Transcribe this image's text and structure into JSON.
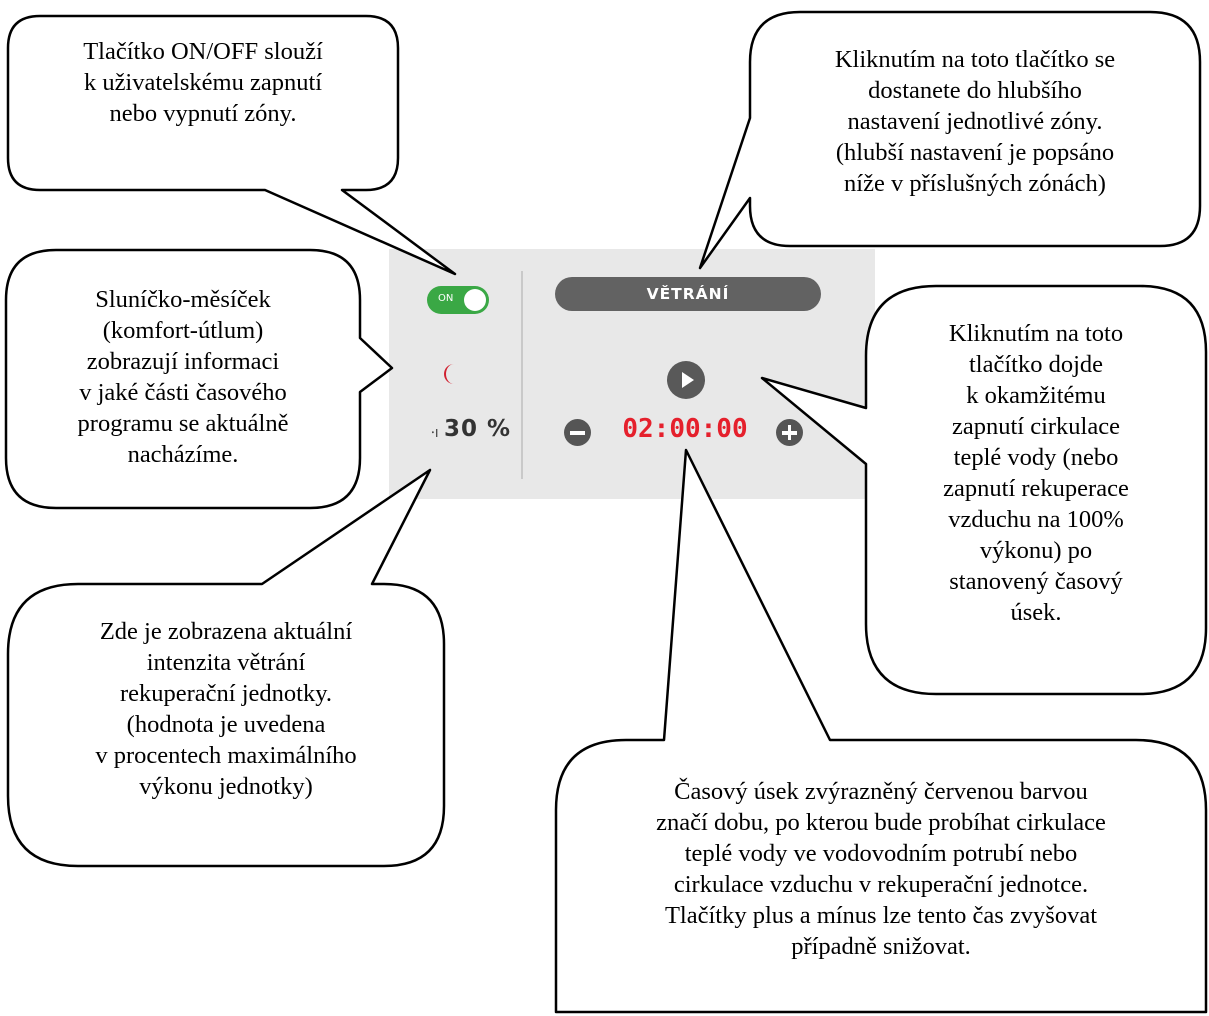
{
  "panel": {
    "toggle_label": "ON",
    "comfort_mode_icon": "moon-icon",
    "ventilation_icon": "fan-icon",
    "ventilation_intensity": "30 %",
    "zone_button_label": "VĚTRÁNÍ",
    "boost_icon": "play-icon",
    "timer_value": "02:00:00",
    "decrease_icon": "minus-circle-icon",
    "increase_icon": "plus-circle-icon",
    "colors": {
      "toggle_on": "#3aa845",
      "moon": "#d0202f",
      "timer": "#e5202c",
      "zone_button": "#626262",
      "panel_bg": "#e8e8e8"
    }
  },
  "callouts": {
    "toggle": "Tlačítko ON/OFF slouží\nk uživatelskému zapnutí\nnebo vypnutí zóny.",
    "zone_button": "Kliknutím na toto tlačítko se\ndostanete do hlubšího\nnastavení jednotlivé zóny.\n(hlubší nastavení je popsáno\nníže v příslušných zónách)",
    "sun_moon": "Sluníčko-měsíček\n(komfort-útlum)\nzobrazují informaci\nv jaké části časového\nprogramu se aktuálně\nnacházíme.",
    "play_button": "Kliknutím na toto\ntlačítko dojde\nk okamžitému\nzapnutí cirkulace\nteplé vody (nebo\nzapnutí rekuperace\nvzduchu na 100%\nvýkonu) po\nstanovený časový\núsek.",
    "intensity": "Zde je zobrazena aktuální\nintenzita větrání\nrekuperační jednotky.\n(hodnota je uvedena\nv procentech maximálního\nvýkonu jednotky)",
    "timer": "Časový úsek zvýrazněný červenou barvou\nznačí dobu, po kterou bude probíhat cirkulace\nteplé vody ve vodovodním potrubí nebo\ncirkulace vzduchu v rekuperační jednotce.\nTlačítky plus a mínus lze tento čas zvyšovat\npřípadně snižovat."
  }
}
